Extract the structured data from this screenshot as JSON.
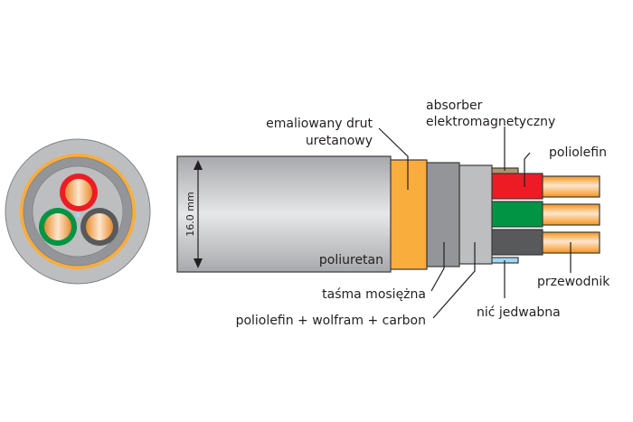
{
  "diagram": {
    "title": "",
    "dimension_label": "16.0 mm",
    "labels": {
      "jacket": "poliuretan",
      "enameled_wire_line1": "emaliowany drut",
      "enameled_wire_line2": "uretanowy",
      "absorber_line1": "absorber",
      "absorber_line2": "elektromagnetyczny",
      "insulation": "poliolefin",
      "conductor": "przewodnik",
      "brass_tape": "taśma mosiężna",
      "composite_layer": "poliolefin + wolfram + carbon",
      "silk_thread": "nić jedwabna"
    },
    "colors": {
      "jacket": "#b8b9bb",
      "enameled_wire": "#f9ad3c",
      "brass_tape": "#939598",
      "composite_layer": "#bcbec0",
      "absorber": "#b8926a",
      "core_red": "#ed1c24",
      "core_green": "#009444",
      "core_black": "#58595b",
      "silk_thread": "#9fd8f5",
      "copper": "#f7941d"
    }
  }
}
